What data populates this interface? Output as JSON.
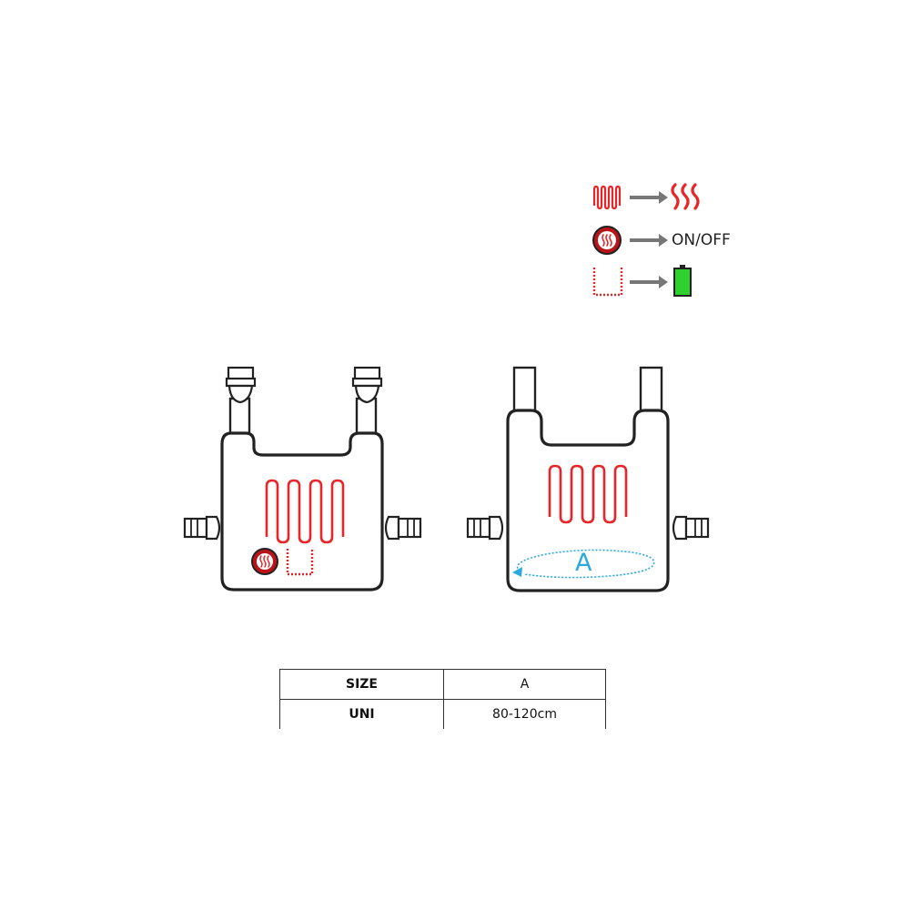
{
  "legend": {
    "heating_text": "",
    "button_text": "ON/OFF",
    "battery_text": ""
  },
  "back_view": {
    "measure_label": "A"
  },
  "size_table": {
    "header": [
      "SIZE",
      "A"
    ],
    "rows": [
      [
        "UNI",
        "80-120cm"
      ]
    ]
  },
  "colors": {
    "heating_red": "#e8262a",
    "button_dark_red": "#b8141a",
    "battery_green": "#2fd12f",
    "measure_blue": "#29a9e0",
    "outline": "#222222"
  },
  "icons": [
    "heating-element-icon",
    "heat-waves-icon",
    "power-button-icon",
    "battery-pocket-icon",
    "battery-icon",
    "arrow-right-icon"
  ]
}
